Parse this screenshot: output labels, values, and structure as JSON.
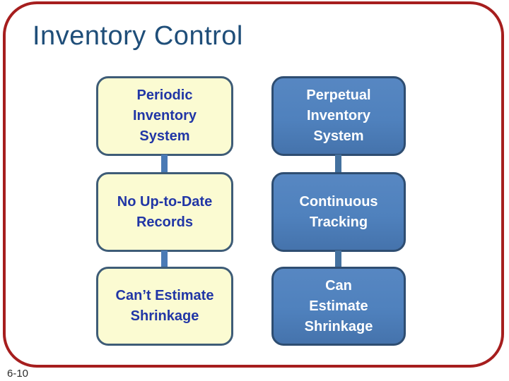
{
  "title": "Inventory Control",
  "slide_number": "6-10",
  "colors": {
    "outer_border_red": "#A61E1E",
    "title_blue": "#1F4E79",
    "cream_box_fill": "#FBFBD2",
    "cream_box_border": "#3E5C77",
    "cream_box_text": "#2136A6",
    "blue_box_fill": "#4F81BD",
    "blue_box_border": "#2E4D71",
    "blue_box_text": "#FFFFFF",
    "connector_blue": "#4A7AB5"
  },
  "diagram": {
    "columns": [
      {
        "name": "periodic-system-column",
        "style": "cream",
        "boxes": [
          {
            "lines": [
              "Periodic",
              "Inventory",
              "System"
            ]
          },
          {
            "lines": [
              "No Up-to-Date",
              "Records"
            ]
          },
          {
            "lines": [
              "Can’t Estimate",
              "Shrinkage"
            ]
          }
        ]
      },
      {
        "name": "perpetual-system-column",
        "style": "blue",
        "boxes": [
          {
            "lines": [
              "Perpetual",
              "Inventory",
              "System"
            ]
          },
          {
            "lines": [
              "Continuous",
              "Tracking"
            ]
          },
          {
            "lines": [
              "Can",
              "Estimate",
              "Shrinkage"
            ]
          }
        ]
      }
    ]
  }
}
